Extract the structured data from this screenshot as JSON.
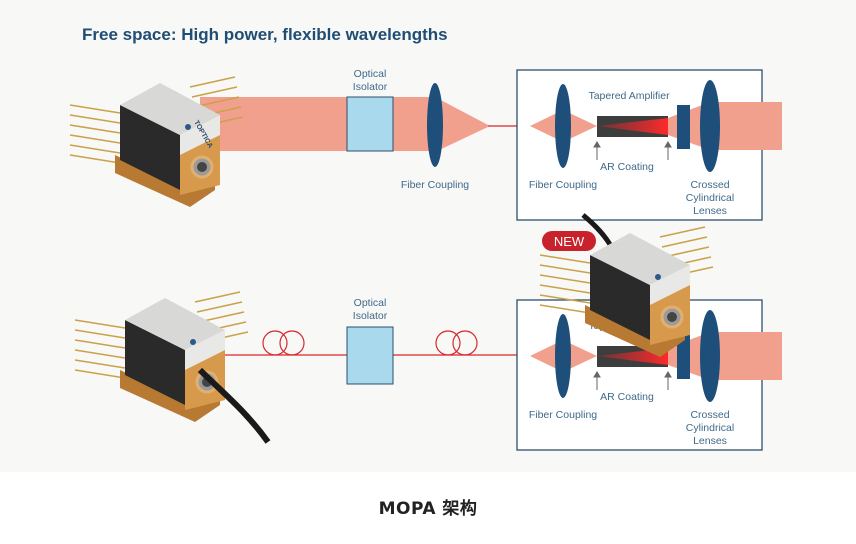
{
  "title": "Free space: High power, flexible wavelengths",
  "caption": "MOPA 架构",
  "labels": {
    "optical_isolator": [
      "Optical",
      "Isolator"
    ],
    "fiber_coupling": "Fiber Coupling",
    "tapered_amplifier": "Tapered Amplifier",
    "ar_coating": "AR Coating",
    "crossed_cylindrical_lenses": [
      "Crossed",
      "Cylindrical",
      "Lenses"
    ]
  },
  "badge": "NEW",
  "logo_text": "TOPTICA",
  "colors": {
    "title": "#1f4d74",
    "beam": "#f2a08e",
    "laser_line": "#d9262b",
    "lens": "#1d4f7a",
    "isolator": "#a9d9ec",
    "amplifier": "#3d3d3d",
    "badge": "#c8232c",
    "gold": "#c98a3e"
  }
}
